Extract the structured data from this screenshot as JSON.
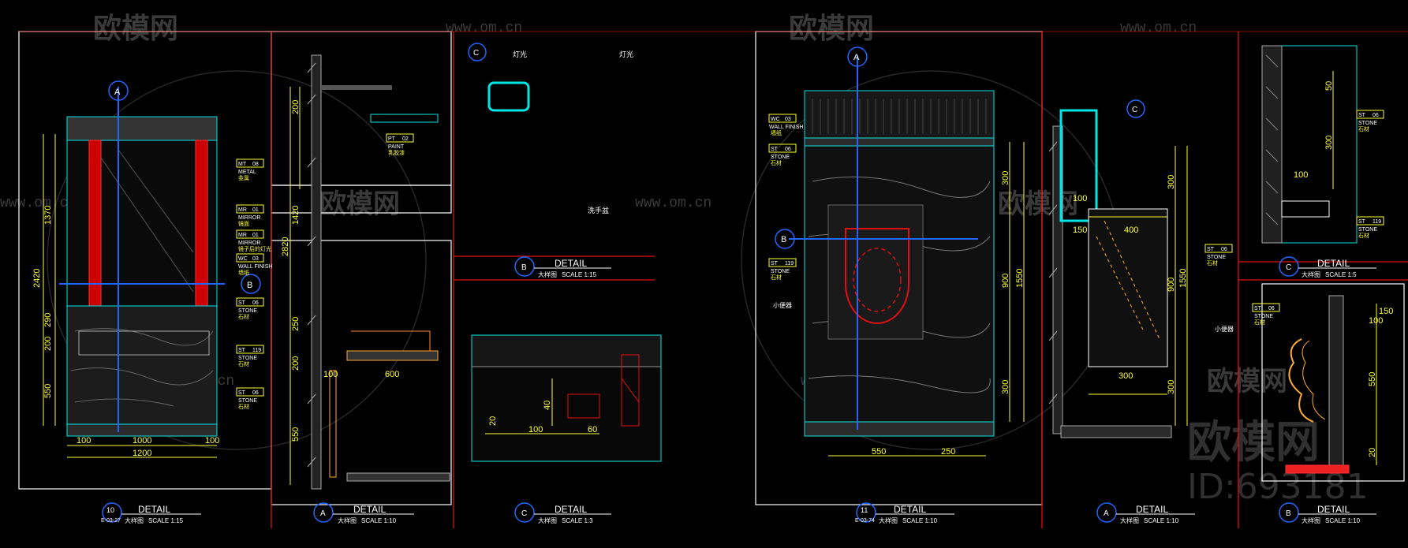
{
  "watermark": {
    "brand": "欧模网",
    "url": "www.om.cn",
    "big_brand": "欧模网",
    "id_text": "ID:693181"
  },
  "details": {
    "d10": {
      "label": "DETAIL",
      "num": "10",
      "ref": "E-03-27",
      "sub": "大样图",
      "scale": "SCALE  1:15"
    },
    "dA1": {
      "label": "DETAIL",
      "num": "A",
      "sub": "大样图",
      "scale": "SCALE  1:10"
    },
    "dB1": {
      "label": "DETAIL",
      "num": "B",
      "sub": "大样图",
      "scale": "SCALE  1:15"
    },
    "dC1": {
      "label": "DETAIL",
      "num": "C",
      "sub": "大样图",
      "scale": "SCALE  1:3"
    },
    "d11": {
      "label": "DETAIL",
      "num": "11",
      "ref": "E-03-74",
      "sub": "大样图",
      "scale": "SCALE  1:10"
    },
    "dA2": {
      "label": "DETAIL",
      "num": "A",
      "sub": "大样图",
      "scale": "SCALE  1:10"
    },
    "dC2": {
      "label": "DETAIL",
      "num": "C",
      "sub": "大样图",
      "scale": "SCALE  1:5"
    },
    "dB2": {
      "label": "DETAIL",
      "num": "B",
      "sub": "大样图",
      "scale": "SCALE  1:10"
    }
  },
  "markers": {
    "A": "A",
    "B": "B",
    "C": "C"
  },
  "tags": {
    "mt08": {
      "code": "MT",
      "num": "08",
      "line1": "METAL",
      "line2": "金属"
    },
    "mr01": {
      "code": "MR",
      "num": "01",
      "line1": "MIRROR",
      "line2": "镜面"
    },
    "mr01b": {
      "code": "MR",
      "num": "01",
      "line1": "MIRROR",
      "line2": "镜子后的灯光"
    },
    "wc03": {
      "code": "WC",
      "num": "03",
      "line1": "WALL FINISH",
      "line2": "墙纸"
    },
    "st06": {
      "code": "ST",
      "num": "06",
      "line1": "STONE",
      "line2": "石材"
    },
    "st119": {
      "code": "ST",
      "num": "119",
      "line1": "STONE",
      "line2": "石材"
    },
    "pt02": {
      "code": "PT",
      "num": "02",
      "line1": "PAINT",
      "line2": "乳胶漆"
    }
  },
  "dims": {
    "d1370": "1370",
    "d2420": "2420",
    "d290": "290",
    "d200": "200",
    "d550": "550",
    "d1000": "1000",
    "d1200": "1200",
    "d100": "100",
    "d1420": "1420",
    "d2820": "2820",
    "d250": "250",
    "d600": "600",
    "d300": "300",
    "d1550": "1550",
    "d900": "900",
    "d400": "400",
    "d150": "150",
    "d40": "40",
    "d60": "60",
    "d20": "20",
    "d50": "50"
  },
  "notes": {
    "light": "灯光",
    "sink": "洗手盆",
    "urinal": "小便器"
  }
}
